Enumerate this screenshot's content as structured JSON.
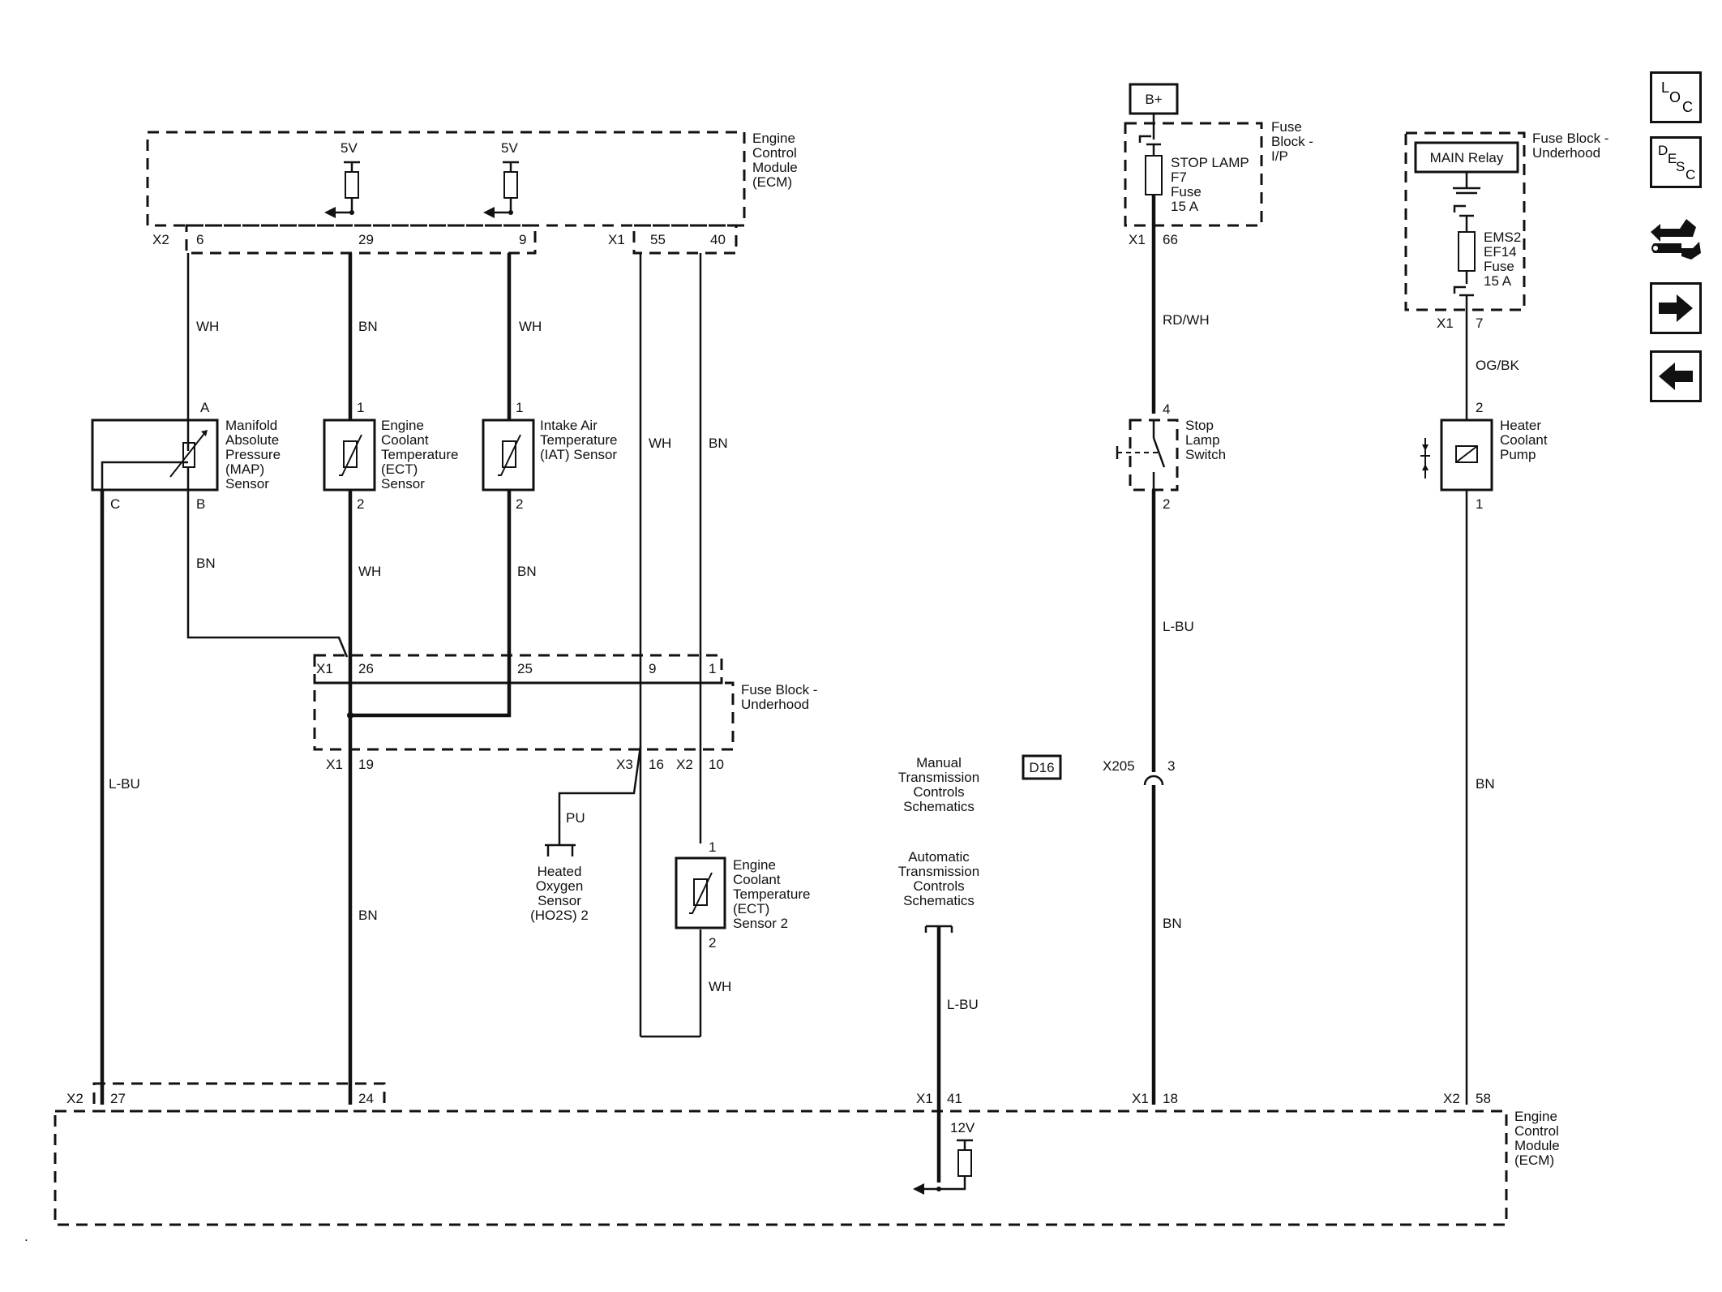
{
  "nav": {
    "loc": [
      "L",
      "O",
      "C"
    ],
    "desc": [
      "D",
      "E",
      "S",
      "C"
    ],
    "forward": "Next",
    "back": "Previous"
  },
  "modules": {
    "ecm_top": [
      "Engine",
      "Control",
      "Module",
      "(ECM)"
    ],
    "ecm_bottom": [
      "Engine",
      "Control",
      "Module",
      "(ECM)"
    ],
    "fuse_block_underhood_mid": [
      "Fuse Block -",
      "Underhood"
    ],
    "fuse_block_ip": [
      "Fuse",
      "Block -",
      "I/P"
    ],
    "fuse_block_underhood_right": [
      "Fuse Block -",
      "Underhood"
    ]
  },
  "power": {
    "b_plus": "B+",
    "v5": "5V",
    "v12": "12V",
    "main_relay": "MAIN Relay",
    "stop_fuse": [
      "STOP LAMP",
      "F7",
      "Fuse",
      "15 A"
    ],
    "ems_fuse": [
      "EMS2",
      "EF14",
      "Fuse",
      "15 A"
    ]
  },
  "components": {
    "map": [
      "Manifold",
      "Absolute",
      "Pressure",
      "(MAP)",
      "Sensor"
    ],
    "ect": [
      "Engine",
      "Coolant",
      "Temperature",
      "(ECT)",
      "Sensor"
    ],
    "iat": [
      "Intake Air",
      "Temperature",
      "(IAT) Sensor"
    ],
    "ho2s": [
      "Heated",
      "Oxygen",
      "Sensor",
      "(HO2S) 2"
    ],
    "ect2": [
      "Engine",
      "Coolant",
      "Temperature",
      "(ECT)",
      "Sensor 2"
    ],
    "stop_switch": [
      "Stop",
      "Lamp",
      "Switch"
    ],
    "heater_pump": [
      "Heater",
      "Coolant",
      "Pump"
    ],
    "manual_trans": [
      "Manual",
      "Transmission",
      "Controls",
      "Schematics"
    ],
    "auto_trans": [
      "Automatic",
      "Transmission",
      "Controls",
      "Schematics"
    ],
    "d16": "D16"
  },
  "connectors": {
    "x1": "X1",
    "x2": "X2",
    "x3": "X3",
    "x205": "X205"
  },
  "pins": {
    "p6": "6",
    "p29": "29",
    "p9": "9",
    "p55": "55",
    "p40": "40",
    "p66": "66",
    "p7": "7",
    "a": "A",
    "b": "B",
    "c": "C",
    "one": "1",
    "two": "2",
    "p26": "26",
    "p25": "25",
    "p1": "1",
    "p19": "19",
    "p16": "16",
    "p10": "10",
    "p4": "4",
    "p3": "3",
    "p27": "27",
    "p24": "24",
    "p41": "41",
    "p18": "18",
    "p58": "58"
  },
  "wires": {
    "wh": "WH",
    "bn": "BN",
    "lbu": "L-BU",
    "pu": "PU",
    "rdwh": "RD/WH",
    "ogbk": "OG/BK"
  }
}
